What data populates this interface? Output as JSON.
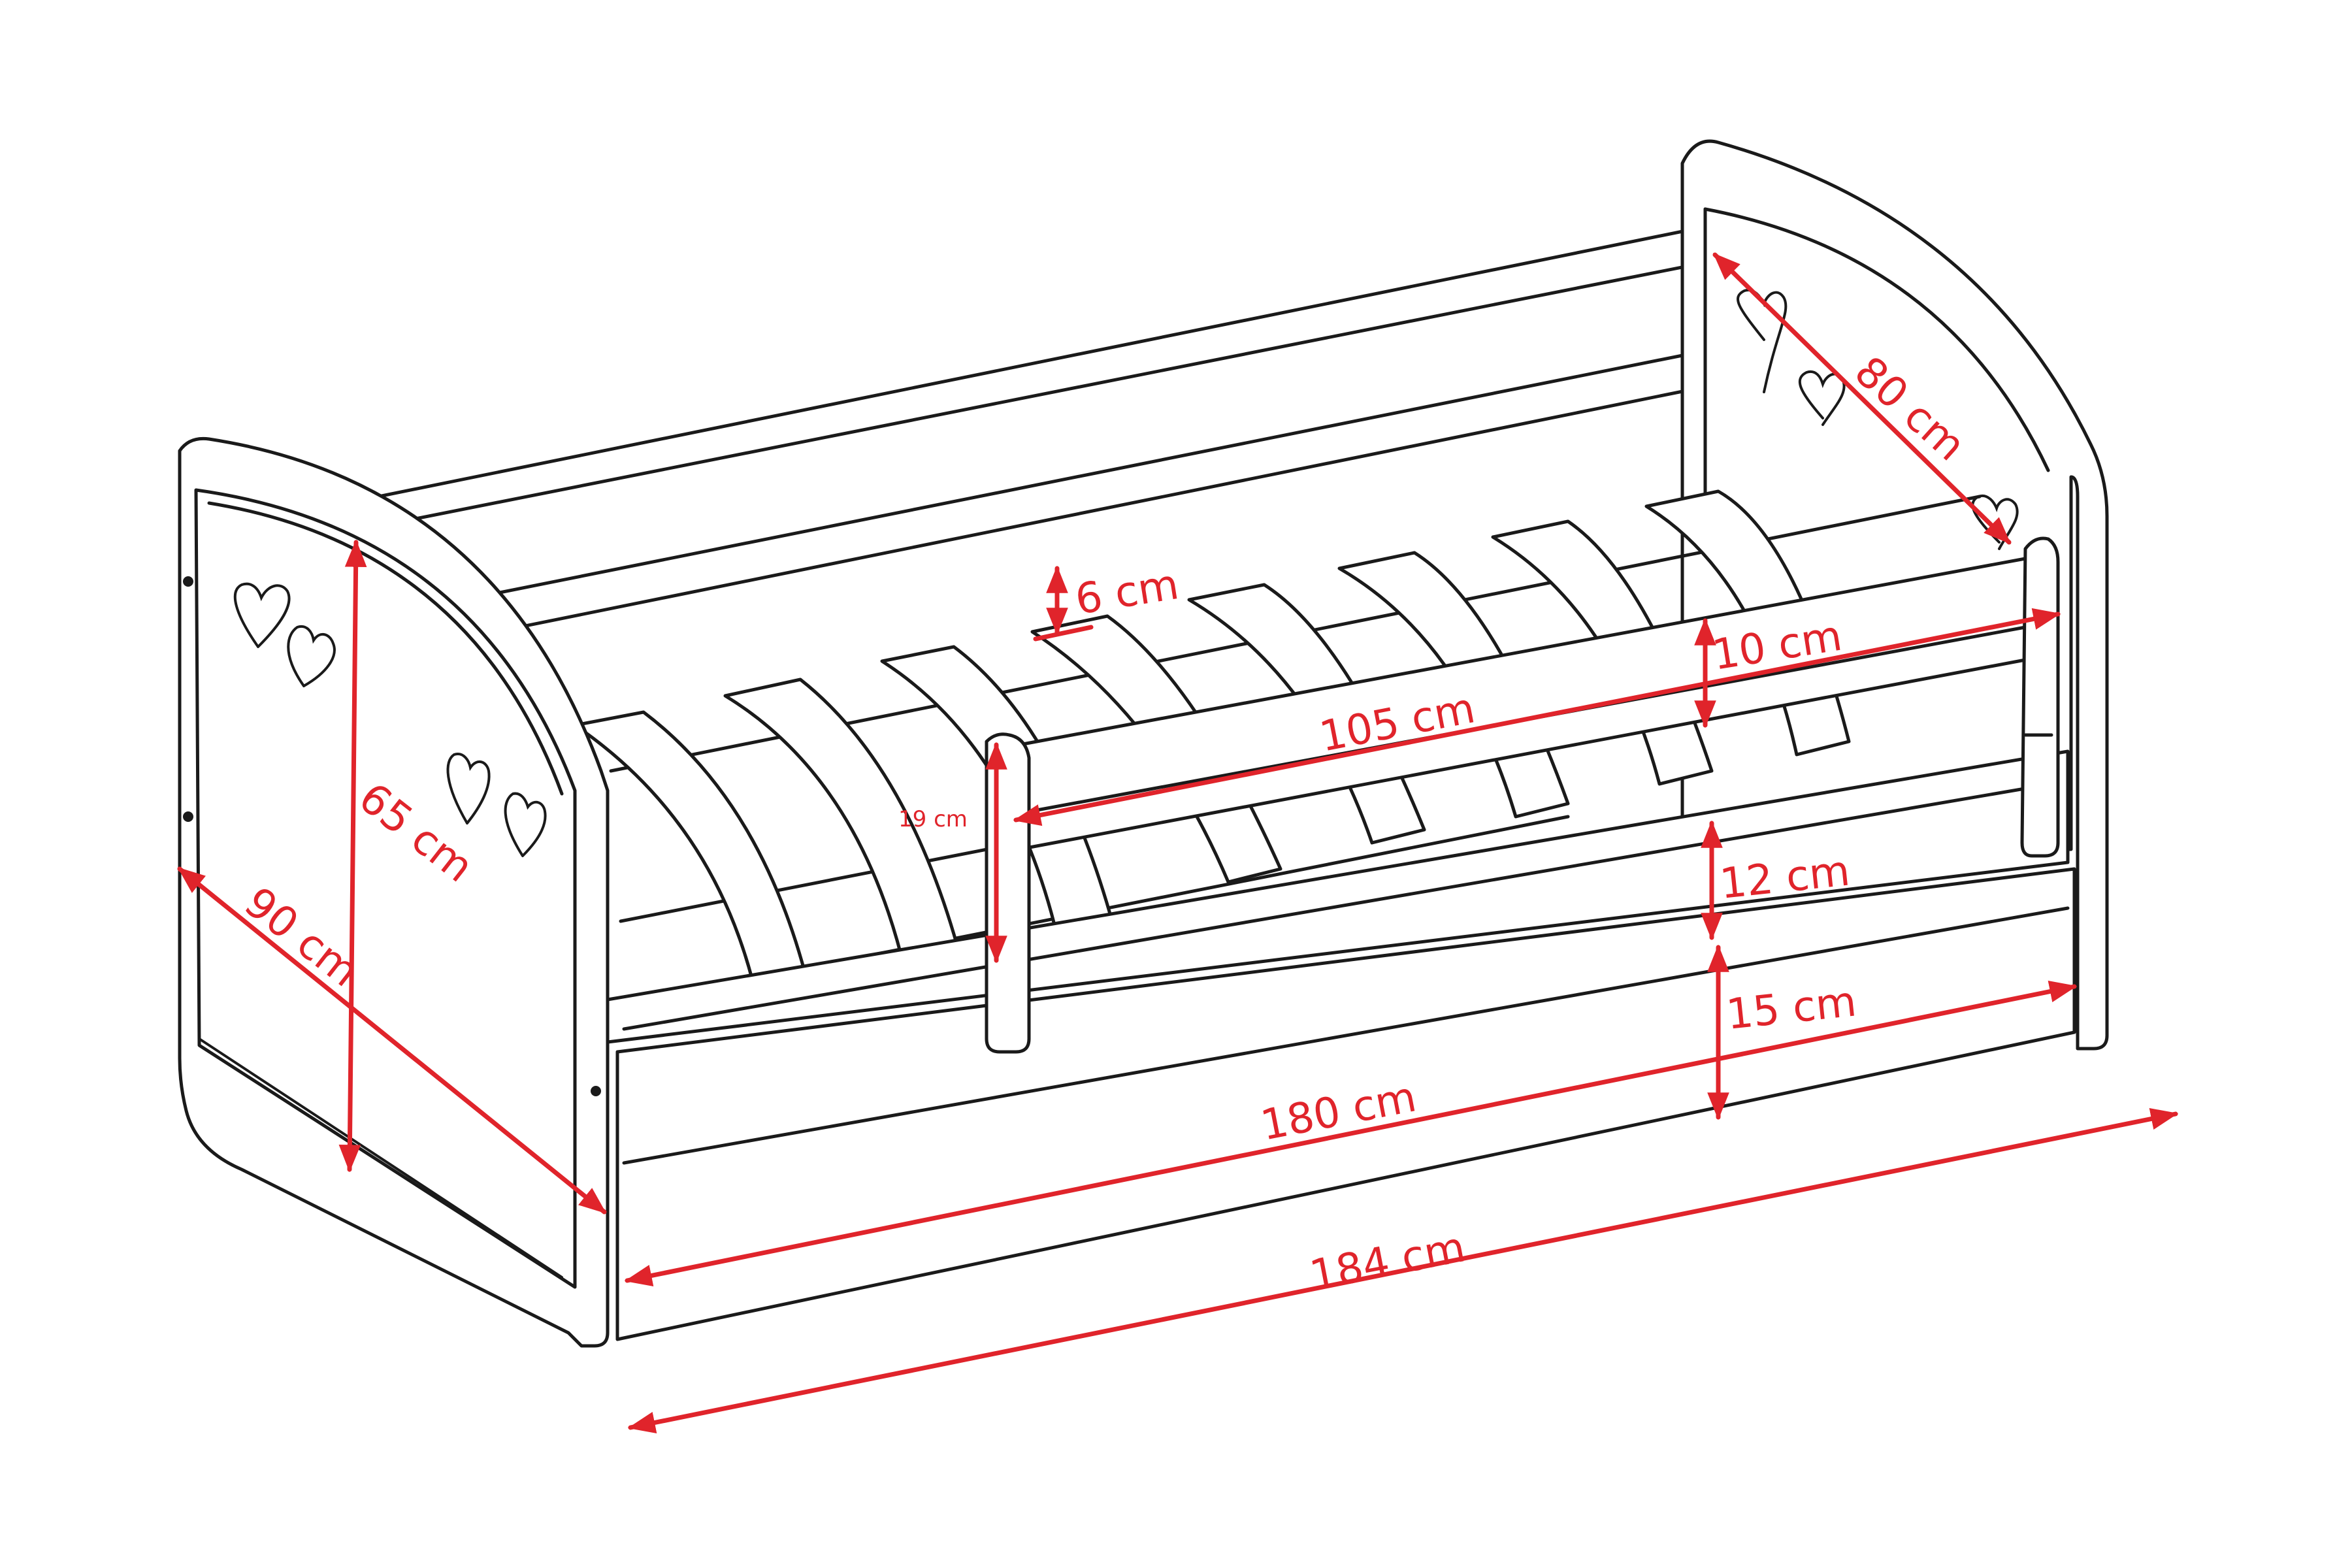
{
  "diagram": {
    "subject": "children's bed with guard rail and drawer",
    "accent_color": "#e0242b",
    "line_color": "#1a1a1a",
    "dimensions": {
      "height": "65 cm",
      "width": "90 cm",
      "headboard_inner_width": "80 cm",
      "guard_rail_length": "105 cm",
      "guard_rail_height": "19 cm",
      "rail_bar_height": "6 cm",
      "rail_gap": "10 cm",
      "side_board_height": "12 cm",
      "drawer_height": "15 cm",
      "mattress_length": "180 cm",
      "total_length": "184 cm"
    }
  }
}
